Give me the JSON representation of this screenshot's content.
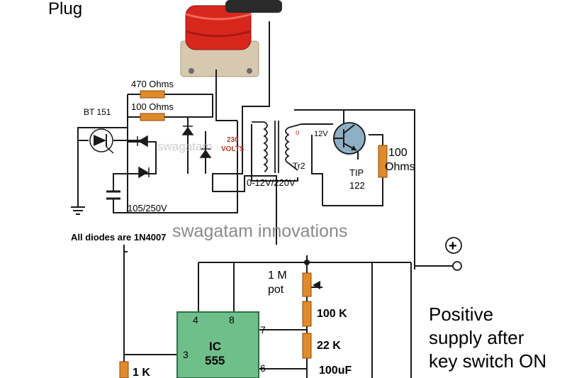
{
  "labels": {
    "plug": "Plug",
    "r_470": "470 Ohms",
    "r_100_top": "100 Ohms",
    "scr": "BT 151",
    "voltage_line1": "230",
    "voltage_line2": "VOLTS",
    "mark_o": "o",
    "mark_12v": "12V",
    "transformer_id": "Tr2",
    "transformer_rating": "0-12V/220V",
    "transistor_line1": "TIP",
    "transistor_line2": "122",
    "r_100_right_line1": "100",
    "r_100_right_line2": "Ohms",
    "cap": "105/250V",
    "diodes_note": "All diodes are 1N4007",
    "watermark": "swagatam innovations",
    "watermark_faint": "swagatam",
    "plus": "+",
    "pot_line1": "1 M",
    "pot_line2": "pot",
    "r_100k": "100 K",
    "r_22k": "22 K",
    "cap_100uf": "100uF",
    "r_1k": "1 K",
    "ic_line1": "IC",
    "ic_line2": "555",
    "pin_4": "4",
    "pin_8": "8",
    "pin_7": "7",
    "pin_6": "6",
    "pin_3": "3",
    "caption_line1": "Positive",
    "caption_line2": "supply after",
    "caption_line3": "key switch ON"
  },
  "colors": {
    "wire": "#1a1a1a",
    "resistor_fill": "#e08a2a",
    "resistor_stroke": "#8a4a10",
    "ic_fill": "#6fbf8a",
    "ic_stroke": "#2f6f45",
    "transistor_fill": "#8fb0c4",
    "coil_red": "#d9261c",
    "coil_bracket": "#d6c9b0",
    "watermark": "#8a8a8a"
  }
}
